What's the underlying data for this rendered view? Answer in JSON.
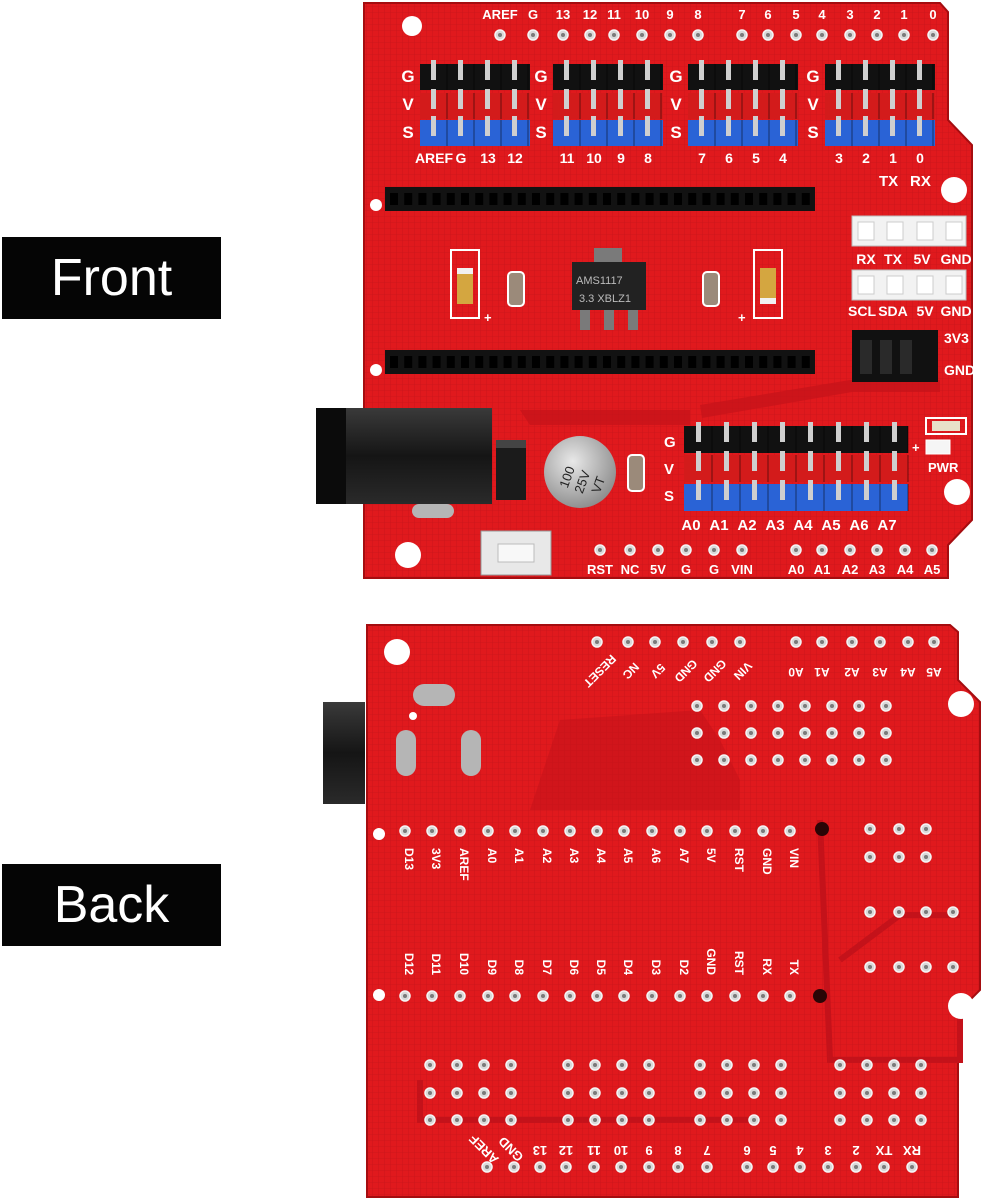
{
  "labels": {
    "front": "Front",
    "back": "Back"
  },
  "front": {
    "top_header": [
      "AREF",
      "G",
      "13",
      "12",
      "11",
      "10",
      "9",
      "8",
      "7",
      "6",
      "5",
      "4",
      "3",
      "2",
      "1",
      "0"
    ],
    "gvs_letters": [
      "G",
      "V",
      "S"
    ],
    "group_labels": [
      [
        "AREF",
        "G",
        "13",
        "12"
      ],
      [
        "11",
        "10",
        "9",
        "8"
      ],
      [
        "7",
        "6",
        "5",
        "4"
      ],
      [
        "3",
        "2",
        "1",
        "0"
      ]
    ],
    "txrx": [
      "TX",
      "RX"
    ],
    "uart_labels": [
      "RX",
      "TX",
      "5V",
      "GND"
    ],
    "i2c_labels": [
      "SCL",
      "SDA",
      "5V",
      "GND"
    ],
    "jumper_labels": [
      "3V3",
      "GND"
    ],
    "regulator_text": [
      "AMS1117",
      "3.3 XBLZ1"
    ],
    "cap_text": [
      "100",
      "25V",
      "VT"
    ],
    "pwr_label": "PWR",
    "analog_labels": [
      "A0",
      "A1",
      "A2",
      "A3",
      "A4",
      "A5",
      "A6",
      "A7"
    ],
    "bottom_pins": [
      "RST",
      "NC",
      "5V",
      "G",
      "G",
      "VIN",
      "A0",
      "A1",
      "A2",
      "A3",
      "A4",
      "A5"
    ]
  },
  "back": {
    "top_row": [
      "RESET",
      "NC",
      "5V",
      "GND",
      "GND",
      "VIN",
      "A0",
      "A1",
      "A2",
      "A3",
      "A4",
      "A5"
    ],
    "mid_row": [
      "D13",
      "3V3",
      "AREF",
      "A0",
      "A1",
      "A2",
      "A3",
      "A4",
      "A5",
      "A6",
      "A7",
      "5V",
      "RST",
      "GND",
      "VIN"
    ],
    "lower_row": [
      "D12",
      "D11",
      "D10",
      "D9",
      "D8",
      "D7",
      "D6",
      "D5",
      "D4",
      "D3",
      "D2",
      "GND",
      "RST",
      "RX",
      "TX"
    ],
    "bottom_row": [
      "AREF",
      "GND",
      "13",
      "12",
      "11",
      "10",
      "9",
      "8",
      "7",
      "6",
      "5",
      "4",
      "3",
      "2",
      "TX",
      "RX"
    ]
  },
  "colors": {
    "pcb": "#e0191d",
    "pcb_dark": "#b80f12",
    "signal": "#2a63d6",
    "power": "#d31b1b",
    "ground": "#111111"
  }
}
